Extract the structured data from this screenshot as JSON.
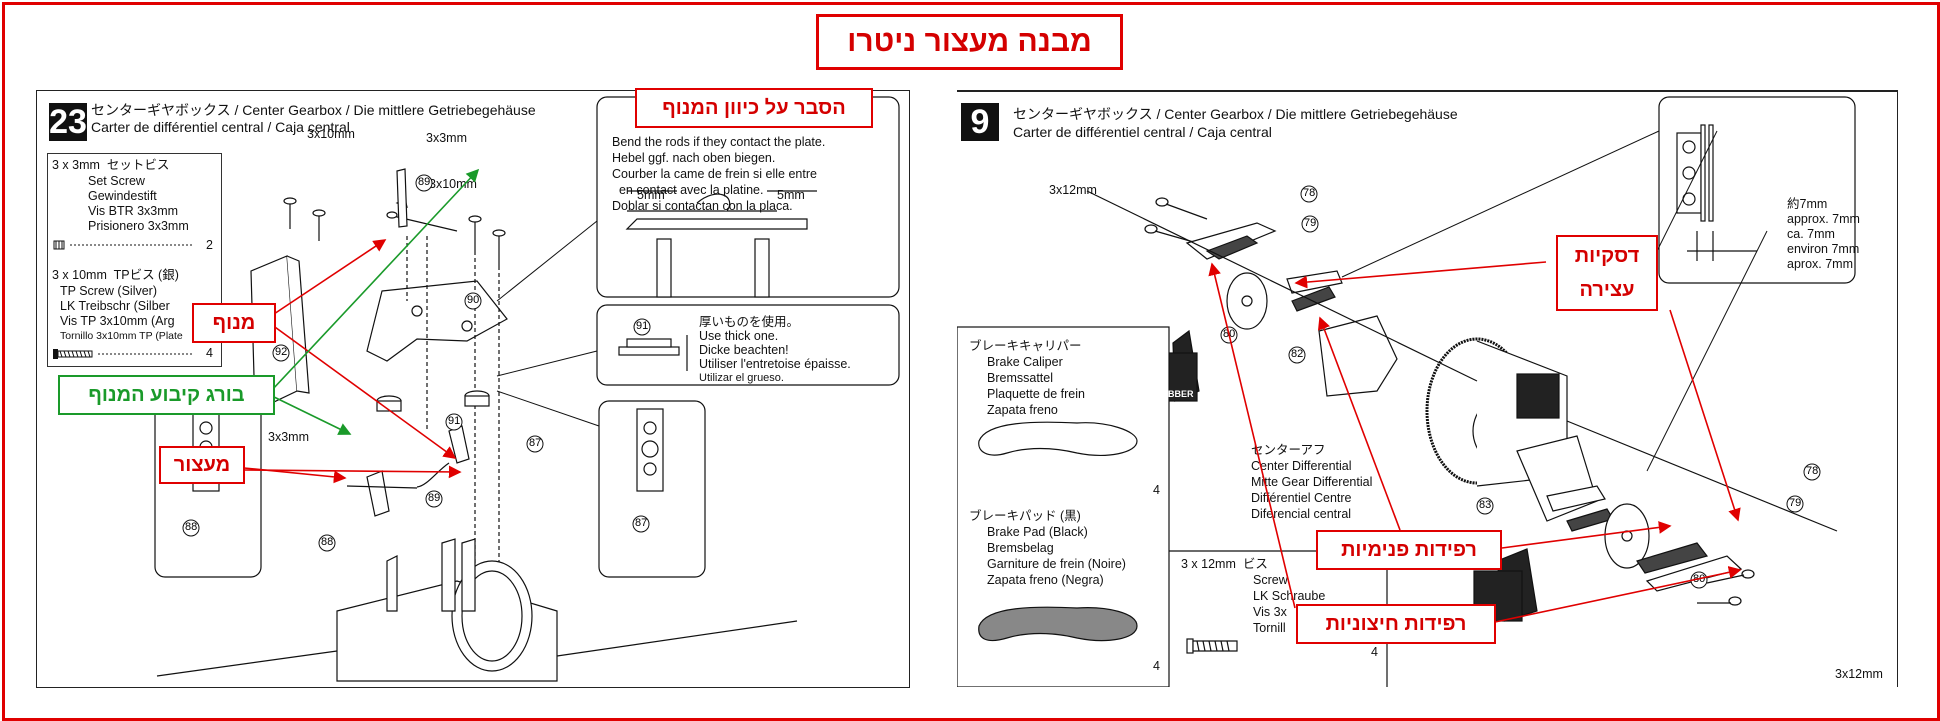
{
  "page_title": "מבנה מעצור ניטרו",
  "left_panel": {
    "step_number": "23",
    "title_line1": "センターギヤボックス / Center Gearbox / Die mittlere Getriebegehäuse",
    "title_line2": "Carter de différentiel central / Caja central",
    "parts_box": {
      "set_screw_heading": "3 x 3mm  セットビス",
      "set_screw_lines": [
        "Set Screw",
        "Gewindestift",
        "Vis BTR 3x3mm",
        "Prisionero 3x3mm"
      ],
      "set_screw_qty": "2",
      "tp_screw_heading": "3 x 10mm  TPビス (銀)",
      "tp_screw_lines": [
        "TP Screw (Silver)",
        "LK Treibschr (Silber",
        "Vis TP 3x10mm (Arg",
        "Tornillo 3x10mm TP (Plate"
      ],
      "tp_screw_qty": "4"
    },
    "dims": {
      "screw_3x10_a": "3x10mm",
      "screw_3x3_a": "3x3mm",
      "screw_3x10_b": "3x10mm",
      "screw_3x3_b": "3x3mm"
    },
    "part_numbers": [
      "89",
      "90",
      "91",
      "92",
      "87",
      "88",
      "89",
      "87",
      "88",
      "91"
    ],
    "bend_box": {
      "lines": [
        "Bend the rods if they contact the plate.",
        "Hebel ggf. nach oben biegen.",
        "Courber la came de frein si elle entre",
        "  en contact avec la platine.",
        "Doblar si contactan con la placa."
      ],
      "dim_left": "5mm",
      "dim_right": "5mm"
    },
    "thick_box": {
      "lines": [
        "厚いものを使用。",
        "Use thick one.",
        "Dicke beachten!",
        "Utiliser l'entretoise épaisse.",
        "Utilizar el grueso."
      ]
    }
  },
  "right_panel": {
    "step_number": "9",
    "title_line1": "センターギヤボックス / Center Gearbox / Die mittlere Getriebegehäuse",
    "title_line2": "Carter de différentiel central / Caja central",
    "dims": {
      "screw_top": "3x12mm",
      "screw_bottom": "3x12mm"
    },
    "part_numbers": [
      "78",
      "79",
      "80",
      "82",
      "83",
      "78",
      "79",
      "80"
    ],
    "rubber_label": "RUBBER",
    "diff_text": [
      "センターアフ",
      "Center Differential",
      "Mitte Gear Differential",
      "Différentiel Centre",
      "Diferencial central"
    ],
    "gap_box": [
      "約7mm",
      "approx. 7mm",
      "ca. 7mm",
      "environ 7mm",
      "aprox. 7mm"
    ],
    "parts_box": {
      "caliper_heading": "ブレーキキャリパー",
      "caliper_lines": [
        "Brake Caliper",
        "Bremssattel",
        "Plaquette de frein",
        "Zapata freno"
      ],
      "caliper_qty": "4",
      "pad_heading": "ブレーキパッド (黒)",
      "pad_lines": [
        "Brake Pad (Black)",
        "Bremsbelag",
        "Garniture de frein (Noire)",
        "Zapata freno (Negra)"
      ],
      "pad_qty": "4",
      "screw_heading": "3 x 12mm  ビス",
      "screw_lines": [
        "Screw",
        "LK Schraube",
        "Vis 3x",
        "Tornill"
      ],
      "screw_qty": "4"
    }
  },
  "annotations": {
    "arm": "מנוף",
    "arm_fix_screw": "בורג קיבוע המנוף",
    "arm_direction_note": "הסבר על כיוון המנוף",
    "brake": "מעצור",
    "brake_discs": "דסקיות עצירה",
    "inner_pads": "רפידות פנימיות",
    "outer_pads": "רפידות חיצוניות"
  },
  "colors": {
    "annotation_red": "#e00000",
    "annotation_green": "#1a9a2a"
  }
}
